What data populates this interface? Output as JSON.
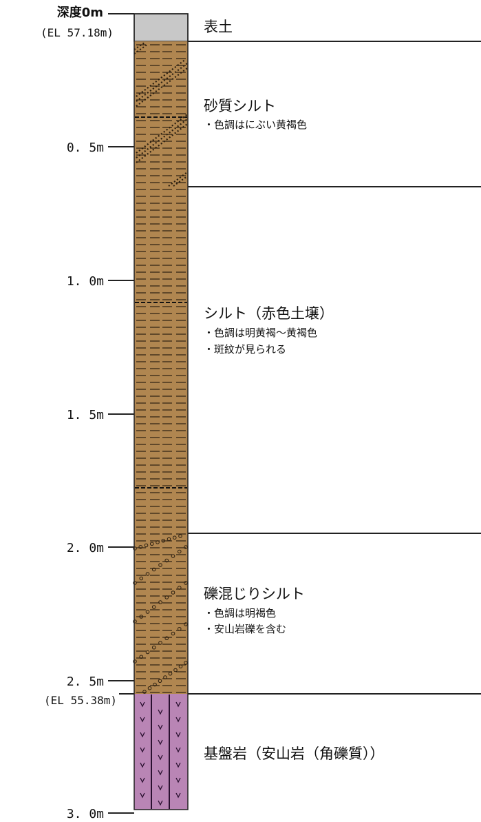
{
  "colors": {
    "topsoil": "#c8c8c8",
    "silt": "#b08650",
    "bedrock": "#b985b5",
    "line": "#222222"
  },
  "depth_labels": {
    "top": "深度0m",
    "top_el": "(EL 57.18m)",
    "d05": "0. 5m",
    "d10": "1. 0m",
    "d15": "1. 5m",
    "d20": "2. 0m",
    "d25": "2. 5m",
    "bottom_el": "(EL 55.38m)",
    "d30": "3. 0m"
  },
  "layers": [
    {
      "name": "表土",
      "notes": []
    },
    {
      "name": "砂質シルト",
      "notes": [
        "・色調はにぶい黄褐色"
      ]
    },
    {
      "name": "シルト（赤色土壌）",
      "notes": [
        "・色調は明黄褐～黄褐色",
        "・斑紋が見られる"
      ]
    },
    {
      "name": "礫混じりシルト",
      "notes": [
        "・色調は明褐色",
        "・安山岩礫を含む"
      ]
    },
    {
      "name": "基盤岩（安山岩（角礫質））",
      "notes": []
    }
  ]
}
